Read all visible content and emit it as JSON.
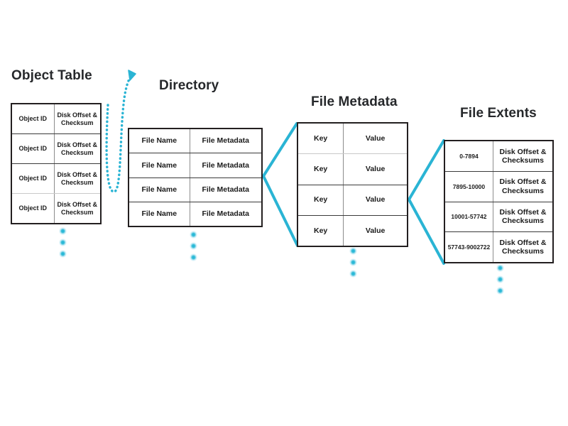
{
  "diagram": {
    "title_color": "#26282b",
    "accent_color": "#2ab4d4",
    "border_color": "#231f20",
    "background": "#ffffff"
  },
  "sections": {
    "object_table": {
      "title": "Object Table",
      "rows": [
        {
          "id": "Object ID",
          "info": "Disk Offset & Checksum"
        },
        {
          "id": "Object ID",
          "info": "Disk Offset & Checksum"
        },
        {
          "id": "Object ID",
          "info": "Disk Offset & Checksum"
        },
        {
          "id": "Object ID",
          "info": "Disk Offset & Checksum"
        }
      ]
    },
    "directory": {
      "title": "Directory",
      "rows": [
        {
          "name": "File Name",
          "meta": "File Metadata"
        },
        {
          "name": "File Name",
          "meta": "File Metadata"
        },
        {
          "name": "File Name",
          "meta": "File Metadata"
        },
        {
          "name": "File Name",
          "meta": "File Metadata"
        }
      ]
    },
    "file_metadata": {
      "title": "File Metadata",
      "rows": [
        {
          "key": "Key",
          "value": "Value"
        },
        {
          "key": "Key",
          "value": "Value"
        },
        {
          "key": "Key",
          "value": "Value"
        },
        {
          "key": "Key",
          "value": "Value"
        }
      ]
    },
    "file_extents": {
      "title": "File Extents",
      "rows": [
        {
          "range": "0-7894",
          "info": "Disk Offset & Checksums"
        },
        {
          "range": "7895-10000",
          "info": "Disk Offset & Checksums"
        },
        {
          "range": "10001-57742",
          "info": "Disk Offset & Checksums"
        },
        {
          "range": "57743-9002722",
          "info": "Disk Offset & Checksums"
        }
      ]
    }
  }
}
